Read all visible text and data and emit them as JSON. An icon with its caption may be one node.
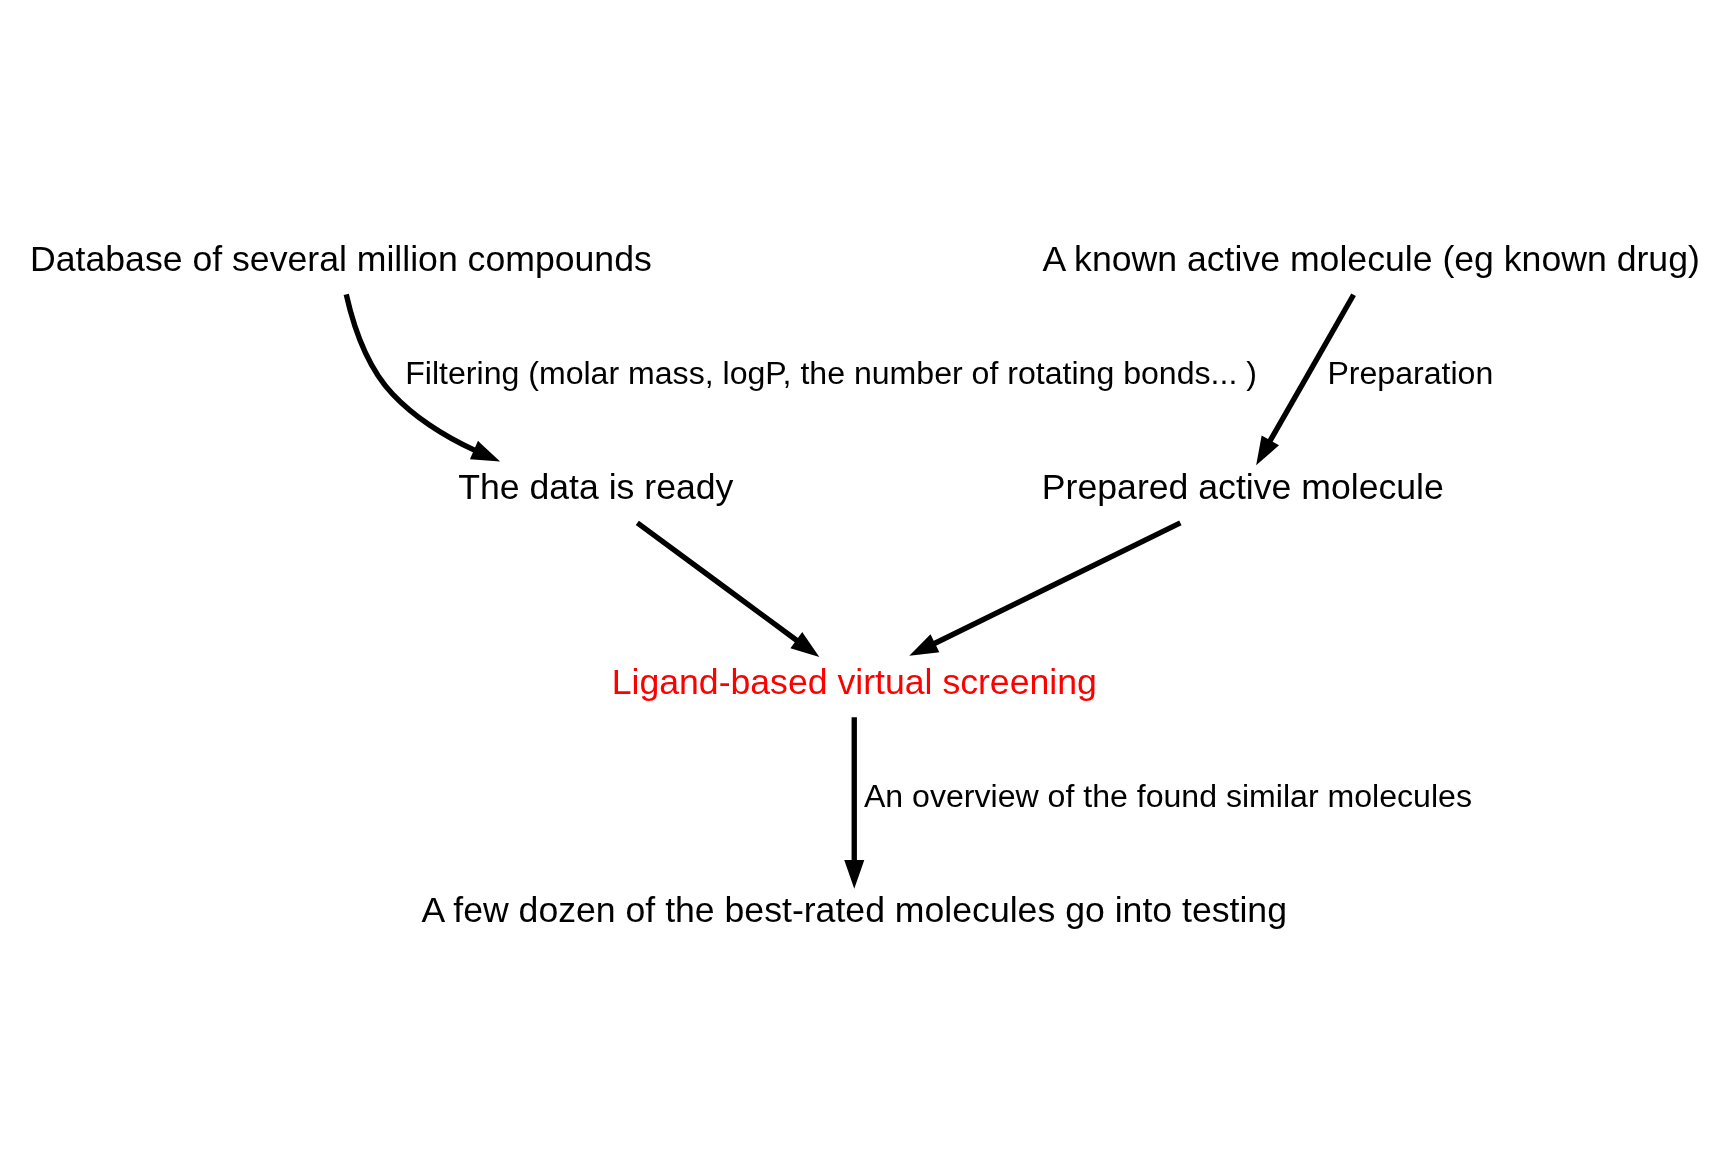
{
  "diagram": {
    "nodes": [
      {
        "text": [
          "Database of several million compounds"
        ]
      },
      {
        "text": [
          "A known active molecule (eg known drug)"
        ]
      },
      {
        "text": [
          "The data is ready"
        ]
      },
      {
        "text": [
          "Prepared active molecule"
        ]
      },
      {
        "text": [
          "Ligand-based virtual screening"
        ]
      },
      {
        "text": [
          "A few dozen of the best-rated molecules go into testing"
        ]
      }
    ],
    "edges": [
      {
        "from": 0,
        "to": 2,
        "arrow": "to",
        "label": "Filtering (molar mass, logP, the number of rotating bonds... )"
      },
      {
        "from": 1,
        "to": 3,
        "arrow": "to",
        "label": "Preparation"
      },
      {
        "from": 2,
        "to": 4,
        "arrow": "to"
      },
      {
        "from": 3,
        "to": 4,
        "arrow": "to"
      },
      {
        "from": 4,
        "to": 5,
        "arrow": "to",
        "label": "An overview of the found similar molecules"
      }
    ]
  }
}
